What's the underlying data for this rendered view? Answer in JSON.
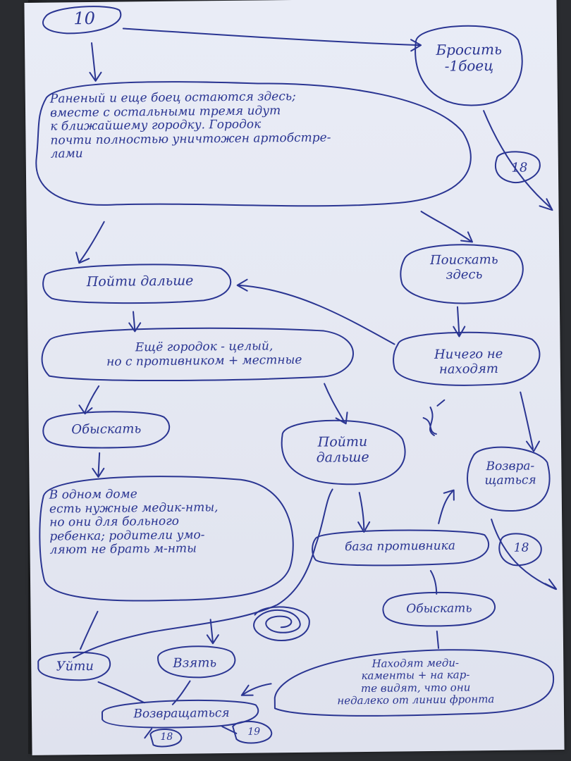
{
  "page_number": "10",
  "nodes": {
    "throw": "Бросить\n-1боец",
    "wounded": "Раненый и еще боец остаются здесь;\nвместе с остальными тремя идут\nк ближайшему городку. Городок\nпочти полностью уничтожен артобстре-\nлами",
    "search_here": "Поискать\nздесь",
    "go_further_1": "Пойти дальше",
    "nothing_found": "Ничего не\nнаходят",
    "another_town": "Ещё городок - целый,\nно с противником + местные",
    "search_1": "Обыскать",
    "go_further_2": "Пойти\nдальше",
    "return_1": "Возвра-\nщаться",
    "one_house": "В одном доме\nесть нужные медик-нты,\nно они для больного\nребенка; родители умо-\nляют не брать м-нты",
    "enemy_base": "база противника",
    "search_2": "Обыскать",
    "leave": "Уйти",
    "take": "Взять",
    "found_meds": "Находят меди-\nкаменты + на кар-\nте видят, что они\nнедалеко от линии фронта",
    "return_2": "Возвращаться"
  },
  "refs": {
    "ref_18_a": "18",
    "ref_18_b": "18",
    "ref_18_c": "18",
    "ref_19": "19"
  }
}
